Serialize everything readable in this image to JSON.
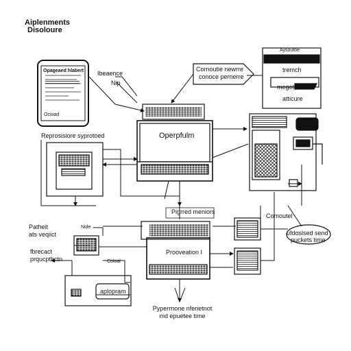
{
  "header": {
    "title_line1": "Aiplenments",
    "title_line2": "Disoloure"
  },
  "phone": {
    "screen_title": "Opageaed hlabert",
    "footer": "Ocioad"
  },
  "labels": {
    "reference": "Ibeaence",
    "nip": "Nip",
    "callout_top": "Cornoutie newrre",
    "callout_bottom": "conoce pernerre",
    "right_panel_title": "Aysoutoe",
    "right_panel_line1": "tremch",
    "right_panel_line2": "meget, acie",
    "right_panel_line3": "atticure",
    "main_monitor": "Operpfulm",
    "responsive": "Reprosisiore syprotoed",
    "paired_memos": "Pigrred meniors",
    "computtel": "Comoutel",
    "patient_line1": "Patheit",
    "patient_line2": "ats veqiict",
    "nide": "Nide",
    "forecast_line1": "fbrecact",
    "forecast_line2": "prqucpthctn",
    "console": "Coloal",
    "provision": "Prooveation I",
    "unstored_line1": "ufdoslsed send",
    "unstored_line2": "puckets time",
    "application": "aplopram",
    "bottom_line1": "Pyperrnone nferietnot",
    "bottom_line2": "md epuetee time"
  }
}
